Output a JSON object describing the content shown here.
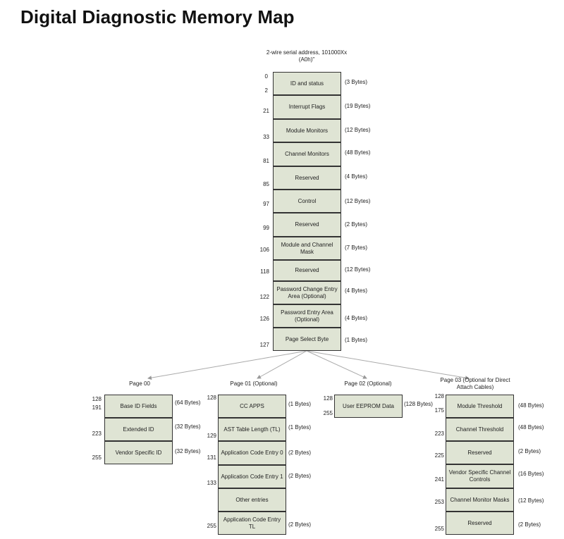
{
  "title": "Digital Diagnostic Memory Map",
  "main": {
    "header": "2-wire serial address, 101000Xx (A0h)\"",
    "rows": [
      {
        "label": "ID and status",
        "bytes": "(3 Bytes)"
      },
      {
        "label": "Interrupt Flags",
        "bytes": "(19 Bytes)"
      },
      {
        "label": "Module Monitors",
        "bytes": "(12 Bytes)"
      },
      {
        "label": "Channel Monitors",
        "bytes": "(48 Bytes)"
      },
      {
        "label": "Reserved",
        "bytes": "(4 Bytes)"
      },
      {
        "label": "Control",
        "bytes": "(12 Bytes)"
      },
      {
        "label": "Reserved",
        "bytes": "(2 Bytes)"
      },
      {
        "label": "Module and Channel Mask",
        "bytes": "(7 Bytes)"
      },
      {
        "label": "Reserved",
        "bytes": "(12 Bytes)"
      },
      {
        "label": "Password Change Entry Area (Optional)",
        "bytes": "(4 Bytes)"
      },
      {
        "label": "Password Entry Area (Optional)",
        "bytes": "(4 Bytes)"
      },
      {
        "label": "Page Select Byte",
        "bytes": "(1 Bytes)"
      }
    ],
    "addresses": [
      "0",
      "2",
      "21",
      "33",
      "81",
      "85",
      "97",
      "99",
      "106",
      "118",
      "122",
      "126",
      "127"
    ]
  },
  "page00": {
    "header": "Page 00",
    "rows": [
      {
        "label": "Base ID Fields",
        "bytes": "(64 Bytes)"
      },
      {
        "label": "Extended ID",
        "bytes": "(32 Bytes)"
      },
      {
        "label": "Vendor Specific ID",
        "bytes": "(32 Bytes)"
      }
    ],
    "addresses": [
      "128",
      "191",
      "223",
      "255"
    ]
  },
  "page01": {
    "header": "Page 01 (Optional)",
    "rows": [
      {
        "label": "CC APPS",
        "bytes": "(1 Bytes)"
      },
      {
        "label": "AST Table Length (TL)",
        "bytes": "(1 Bytes)"
      },
      {
        "label": "Application Code Entry 0",
        "bytes": "(2 Bytes)"
      },
      {
        "label": "Application Code Entry 1",
        "bytes": "(2 Bytes)"
      },
      {
        "label": "Other entries",
        "bytes": ""
      },
      {
        "label": "Application Code Entry TL",
        "bytes": "(2 Bytes)"
      }
    ],
    "addresses": [
      "128",
      "129",
      "131",
      "133",
      "255"
    ]
  },
  "page02": {
    "header": "Page 02 (Optional)",
    "rows": [
      {
        "label": "User EEPROM Data",
        "bytes": "(128 Bytes)"
      }
    ],
    "addresses": [
      "128",
      "255"
    ]
  },
  "page03": {
    "header": "Page 03 (Optional for Direct Attach Cables)",
    "rows": [
      {
        "label": "Module Threshold",
        "bytes": "(48 Bytes)"
      },
      {
        "label": "Channel Threshold",
        "bytes": "(48 Bytes)"
      },
      {
        "label": "Reserved",
        "bytes": "(2 Bytes)"
      },
      {
        "label": "Vendor Specific Channel Controls",
        "bytes": "(16 Bytes)"
      },
      {
        "label": "Channel Monitor Masks",
        "bytes": "(12 Bytes)"
      },
      {
        "label": "Reserved",
        "bytes": "(2 Bytes)"
      }
    ],
    "addresses": [
      "128",
      "175",
      "223",
      "225",
      "241",
      "253",
      "255"
    ]
  },
  "colors": {
    "box_fill": "#dfe4d4",
    "box_border": "#333333",
    "connector": "#aaaaaa"
  }
}
